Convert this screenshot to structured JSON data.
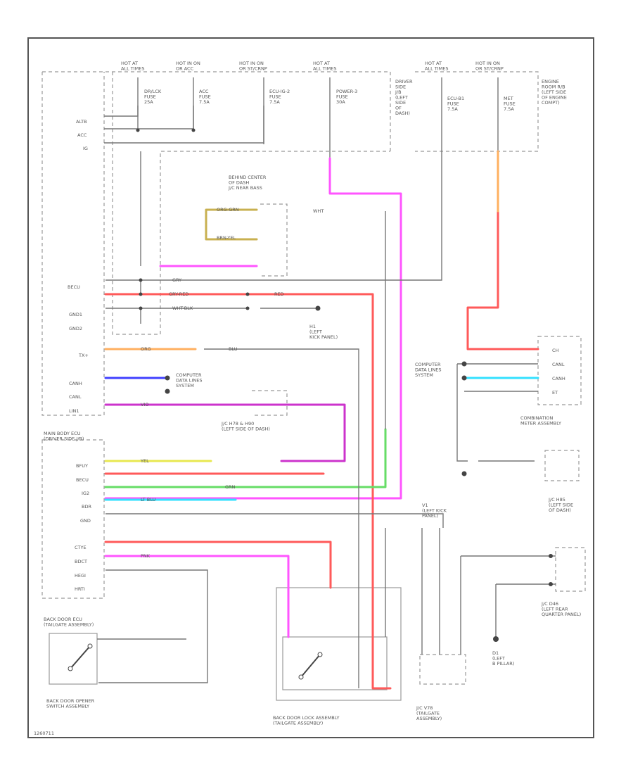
{
  "fuses": [
    {
      "hot": "HOT AT\nALL TIMES",
      "name": "DR/LCK\nFUSE\n25A"
    },
    {
      "hot": "HOT IN ON\nOR ACC",
      "name": "ACC\nFUSE\n7.5A"
    },
    {
      "hot": "HOT IN ON\nOR ST/CRNP",
      "name": "ECU-IG-2\nFUSE\n7.5A"
    },
    {
      "hot": "HOT AT\nALL TIMES",
      "name": "POWER-3\nFUSE\n30A"
    },
    {
      "hot": "HOT AT\nALL TIMES",
      "name": "ECU-B1\nFUSE\n7.5A"
    },
    {
      "hot": "HOT IN ON\nOR ST/CRNP",
      "name": "MET\nFUSE\n7.5A"
    }
  ],
  "blocks": {
    "driver_jb": "DRIVER\nSIDE\nJ/B\n(LEFT\nSIDE\nOF\nDASH)",
    "engine_room": "ENGINE\nROOM R/B\n(LEFT SIDE\nOF ENGINE\nCOMPT)",
    "behind_center": "BEHIND CENTER\nOF DASH\nJ/C NEAR BASS",
    "jc_center": "J/C H78 & H90\n(LEFT SIDE OF DASH)",
    "main_body_ecu": "MAIN BODY ECU\n(DRIVER SIDE J/B)",
    "combination_meter": "COMBINATION\nMETER ASSEMBLY",
    "jc_h85": "J/C H85\n(LEFT SIDE\nOF DASH)",
    "jc_d46": "J/C D46\n(LEFT REAR\nQUARTER PANEL)",
    "back_door_ecu": "BACK DOOR ECU\n(TAILGATE ASSEMBLY)",
    "back_door_opener": "BACK DOOR OPENER\nSWITCH ASSEMBLY",
    "back_door_lock": "BACK DOOR LOCK ASSEMBLY\n(TAILGATE ASSEMBLY)",
    "jc_v78": "J/C V78\n(TAILGATE\nASSEMBLY)",
    "computer_data_left": "COMPUTER\nDATA LINES\nSYSTEM",
    "computer_data_right": "COMPUTER\nDATA LINES\nSYSTEM"
  },
  "grounds": {
    "h1": "H1\n(LEFT\nKICK PANEL)",
    "v1": "V1\n(LEFT KICK\nPANEL)",
    "d1": "D1\n(LEFT\nB PILLAR)"
  },
  "left_labels": [
    "ALTB",
    "ACC",
    "IG",
    "BECU",
    "GND1",
    "GND2",
    "TX+",
    "CANH",
    "CANL",
    "LIN1"
  ],
  "ecu_pins": [
    "BFUY",
    "BECU",
    "IG2",
    "BDR",
    "GND"
  ],
  "back_door_pins": [
    "CTYE",
    "BDCT",
    "HEGI",
    "HRTI"
  ],
  "meter_pins": [
    "CH",
    "CANL",
    "CANH",
    "ET"
  ],
  "wire_labels": [
    "GRY",
    "RED",
    "WHT-BLK",
    "ORG",
    "BLU",
    "WHT",
    "YEL",
    "GRN",
    "LT BLU",
    "PNK",
    "GRY-RED",
    "ORG-GRN",
    "BRN-YEL",
    "VIO"
  ],
  "footer": "1260711",
  "colors": {
    "pink": "#ff55ff",
    "red": "#ff5a5a",
    "orange": "#ffb060",
    "yellow": "#e8e850",
    "green": "#66dd66",
    "cyan": "#33e0ff",
    "blue": "#4040ff",
    "purple": "#cc33cc",
    "gray": "#777777",
    "olive": "#c8b050"
  }
}
